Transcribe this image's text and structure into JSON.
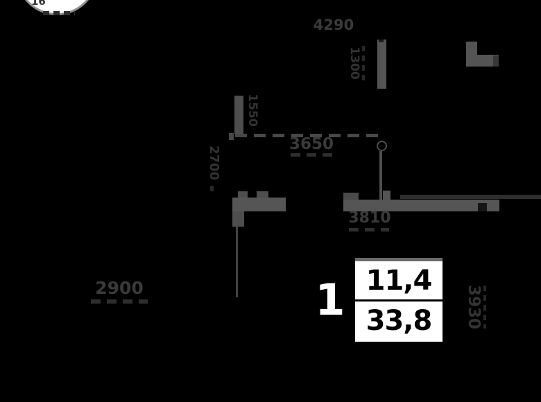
{
  "scene": {
    "type": "apartment-floor-plan",
    "background": "#000000",
    "wall_color": "#545454",
    "dim_text_color": "#3a3a3a",
    "label_bg": "#ffffff",
    "label_text": "#000000"
  },
  "badge": {
    "number": "16"
  },
  "dims": {
    "top_width": "4290",
    "top_inner_vertical": "1300",
    "upper_left_vertical": "1550",
    "middle_width": "3650",
    "left_vertical": "2700",
    "lower_middle_width": "3810",
    "bottom_left_width": "2900",
    "right_vertical": "3930"
  },
  "unit": {
    "number": "1",
    "living_area": "11,4",
    "total_area": "33,8"
  }
}
